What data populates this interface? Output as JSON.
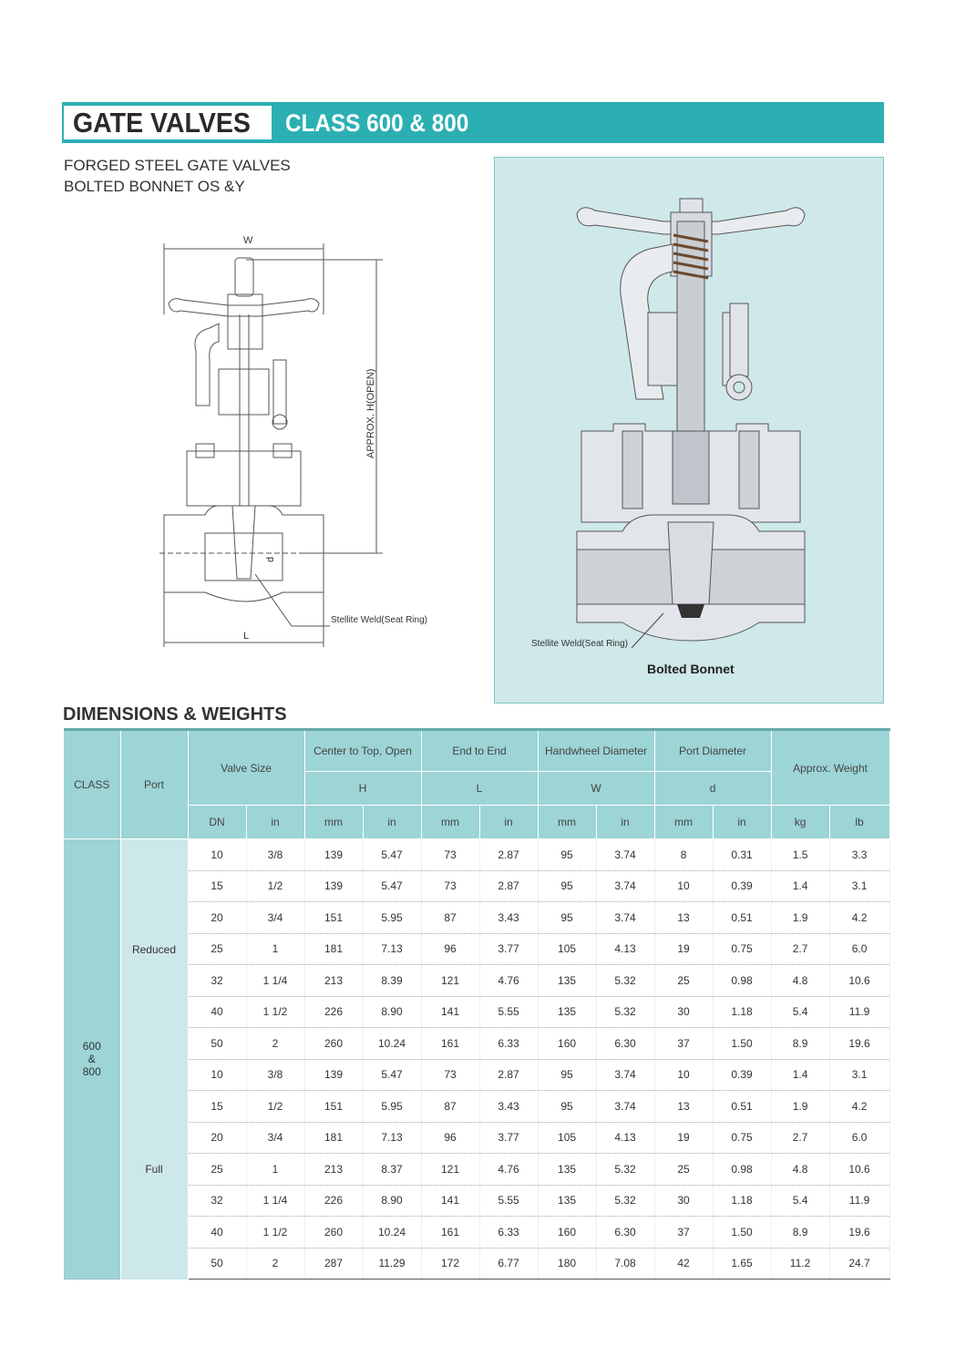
{
  "header": {
    "title": "GATE VALVES",
    "subtitle": "CLASS 600 & 800"
  },
  "description": {
    "line1": "FORGED STEEL GATE VALVES",
    "line2": "BOLTED BONNET OS &Y"
  },
  "drawing": {
    "label_w": "W",
    "label_l": "L",
    "label_h": "APPROX. H(OPEN)",
    "label_d": "d",
    "label_seat": "Stellite Weld(Seat Ring)"
  },
  "photo": {
    "label_seat": "Stellite Weld(Seat Ring)",
    "caption": "Bolted Bonnet"
  },
  "colors": {
    "accent": "#2bafb3",
    "header_cell": "#9dd4d6",
    "shaded_cell": "#cde8ea"
  },
  "section_title": "DIMENSIONS & WEIGHTS",
  "table": {
    "headers": {
      "class": "CLASS",
      "port": "Port",
      "valve_size": "Valve Size",
      "center_to_top": "Center to Top, Open",
      "end_to_end": "End to End",
      "handwheel": "Handwheel Diameter",
      "port_diameter": "Port Diameter",
      "weight": "Approx. Weight",
      "sym_h": "H",
      "sym_l": "L",
      "sym_w": "W",
      "sym_d": "d",
      "dn": "DN",
      "in": "in",
      "mm": "mm",
      "kg": "kg",
      "lb": "lb"
    },
    "class_label": [
      "600",
      "&",
      "800"
    ],
    "groups": [
      {
        "port": "Reduced",
        "rows": [
          [
            "10",
            "3/8",
            "139",
            "5.47",
            "73",
            "2.87",
            "95",
            "3.74",
            "8",
            "0.31",
            "1.5",
            "3.3"
          ],
          [
            "15",
            "1/2",
            "139",
            "5.47",
            "73",
            "2.87",
            "95",
            "3.74",
            "10",
            "0.39",
            "1.4",
            "3.1"
          ],
          [
            "20",
            "3/4",
            "151",
            "5.95",
            "87",
            "3.43",
            "95",
            "3.74",
            "13",
            "0.51",
            "1.9",
            "4.2"
          ],
          [
            "25",
            "1",
            "181",
            "7.13",
            "96",
            "3.77",
            "105",
            "4.13",
            "19",
            "0.75",
            "2.7",
            "6.0"
          ],
          [
            "32",
            "1 1/4",
            "213",
            "8.39",
            "121",
            "4.76",
            "135",
            "5.32",
            "25",
            "0.98",
            "4.8",
            "10.6"
          ],
          [
            "40",
            "1 1/2",
            "226",
            "8.90",
            "141",
            "5.55",
            "135",
            "5.32",
            "30",
            "1.18",
            "5.4",
            "11.9"
          ],
          [
            "50",
            "2",
            "260",
            "10.24",
            "161",
            "6.33",
            "160",
            "6.30",
            "37",
            "1.50",
            "8.9",
            "19.6"
          ]
        ]
      },
      {
        "port": "Full",
        "rows": [
          [
            "10",
            "3/8",
            "139",
            "5.47",
            "73",
            "2.87",
            "95",
            "3.74",
            "10",
            "0.39",
            "1.4",
            "3.1"
          ],
          [
            "15",
            "1/2",
            "151",
            "5.95",
            "87",
            "3.43",
            "95",
            "3.74",
            "13",
            "0.51",
            "1.9",
            "4.2"
          ],
          [
            "20",
            "3/4",
            "181",
            "7.13",
            "96",
            "3.77",
            "105",
            "4.13",
            "19",
            "0.75",
            "2.7",
            "6.0"
          ],
          [
            "25",
            "1",
            "213",
            "8.37",
            "121",
            "4.76",
            "135",
            "5.32",
            "25",
            "0.98",
            "4.8",
            "10.6"
          ],
          [
            "32",
            "1 1/4",
            "226",
            "8.90",
            "141",
            "5.55",
            "135",
            "5.32",
            "30",
            "1.18",
            "5.4",
            "11.9"
          ],
          [
            "40",
            "1 1/2",
            "260",
            "10.24",
            "161",
            "6.33",
            "160",
            "6.30",
            "37",
            "1.50",
            "8.9",
            "19.6"
          ],
          [
            "50",
            "2",
            "287",
            "11.29",
            "172",
            "6.77",
            "180",
            "7.08",
            "42",
            "1.65",
            "11.2",
            "24.7"
          ]
        ]
      }
    ]
  }
}
